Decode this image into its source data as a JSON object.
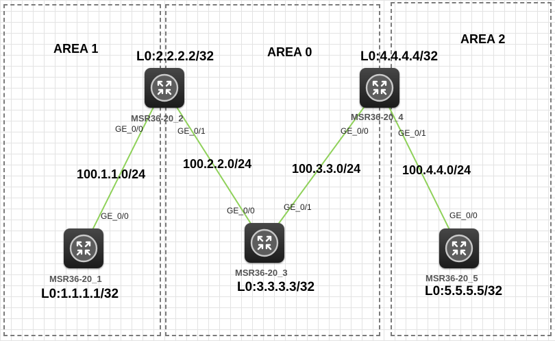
{
  "areas": {
    "area1": {
      "label": "AREA 1"
    },
    "area0": {
      "label": "AREA 0"
    },
    "area2": {
      "label": "AREA 2"
    }
  },
  "devices": {
    "r1": {
      "name": "MSR36-20_1",
      "loopback": "L0:1.1.1.1/32",
      "icon": "router-icon"
    },
    "r2": {
      "name": "MSR36-20_2",
      "loopback": "L0:2.2.2.2/32",
      "icon": "router-icon"
    },
    "r3": {
      "name": "MSR36-20_3",
      "loopback": "L0:3.3.3.3/32",
      "icon": "router-icon"
    },
    "r4": {
      "name": "MSR36-20_4",
      "loopback": "L0:4.4.4.4/32",
      "icon": "router-icon"
    },
    "r5": {
      "name": "MSR36-20_5",
      "loopback": "L0:5.5.5.5/32",
      "icon": "router-icon"
    }
  },
  "links": {
    "l12": {
      "from": "r1",
      "to": "r2",
      "network": "100.1.1.0/24",
      "from_port": "GE_0/0",
      "to_port": "GE_0/0"
    },
    "l23": {
      "from": "r2",
      "to": "r3",
      "network": "100.2.2.0/24",
      "from_port": "GE_0/1",
      "to_port": "GE_0/0"
    },
    "l34": {
      "from": "r3",
      "to": "r4",
      "network": "100.3.3.0/24",
      "from_port": "GE_0/1",
      "to_port": "GE_0/0"
    },
    "l45": {
      "from": "r4",
      "to": "r5",
      "network": "100.4.4.0/24",
      "from_port": "GE_0/1",
      "to_port": "GE_0/0"
    }
  },
  "colors": {
    "link": "#8fd15a",
    "area_border": "#7a7a7a",
    "router_body": "#2a2a2a"
  }
}
